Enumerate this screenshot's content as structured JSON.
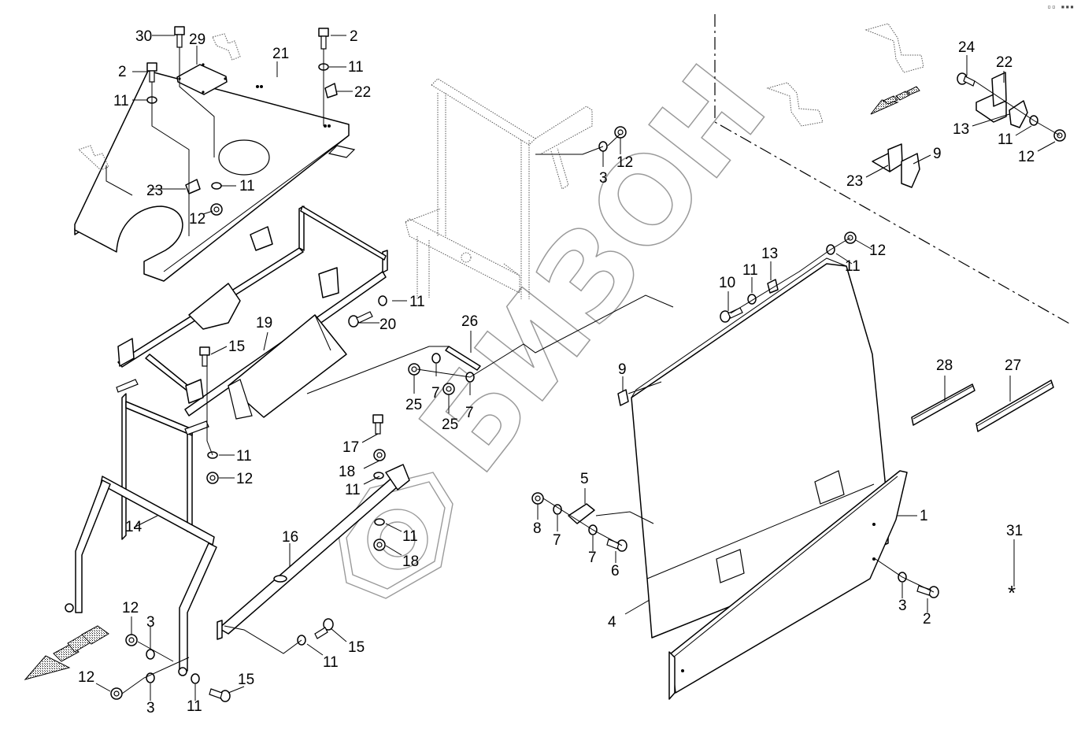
{
  "diagram": {
    "type": "exploded-parts-diagram",
    "watermark": {
      "text": "БИЗОН",
      "logo": "hexagon-emblem"
    },
    "corner_mark": "▫▫ ▪▪▪",
    "optional_marker_symbol": "*",
    "callouts": [
      {
        "id": "c30",
        "label": "30"
      },
      {
        "id": "c29",
        "label": "29"
      },
      {
        "id": "c21",
        "label": "21"
      },
      {
        "id": "c2a",
        "label": "2"
      },
      {
        "id": "c11a",
        "label": "11"
      },
      {
        "id": "c2b",
        "label": "2"
      },
      {
        "id": "c11b",
        "label": "11"
      },
      {
        "id": "c22a",
        "label": "22"
      },
      {
        "id": "c23a",
        "label": "23"
      },
      {
        "id": "c11c",
        "label": "11"
      },
      {
        "id": "c12a",
        "label": "12"
      },
      {
        "id": "c3a",
        "label": "3"
      },
      {
        "id": "c12b",
        "label": "12"
      },
      {
        "id": "c11d",
        "label": "11"
      },
      {
        "id": "c20",
        "label": "20"
      },
      {
        "id": "c19",
        "label": "19"
      },
      {
        "id": "c15a",
        "label": "15"
      },
      {
        "id": "c26",
        "label": "26"
      },
      {
        "id": "c25a",
        "label": "25"
      },
      {
        "id": "c7a",
        "label": "7"
      },
      {
        "id": "c25b",
        "label": "25"
      },
      {
        "id": "c7b",
        "label": "7"
      },
      {
        "id": "c11e",
        "label": "11"
      },
      {
        "id": "c12c",
        "label": "12"
      },
      {
        "id": "c14",
        "label": "14"
      },
      {
        "id": "c17",
        "label": "17"
      },
      {
        "id": "c18a",
        "label": "18"
      },
      {
        "id": "c11f",
        "label": "11"
      },
      {
        "id": "c11g",
        "label": "11"
      },
      {
        "id": "c18b",
        "label": "18"
      },
      {
        "id": "c16",
        "label": "16"
      },
      {
        "id": "c12d",
        "label": "12"
      },
      {
        "id": "c3b",
        "label": "3"
      },
      {
        "id": "c12e",
        "label": "12"
      },
      {
        "id": "c3c",
        "label": "3"
      },
      {
        "id": "c11h",
        "label": "11"
      },
      {
        "id": "c15b",
        "label": "15"
      },
      {
        "id": "c11i",
        "label": "11"
      },
      {
        "id": "c15c",
        "label": "15"
      },
      {
        "id": "c5",
        "label": "5"
      },
      {
        "id": "c8",
        "label": "8"
      },
      {
        "id": "c7c",
        "label": "7"
      },
      {
        "id": "c7d",
        "label": "7"
      },
      {
        "id": "c6",
        "label": "6"
      },
      {
        "id": "c4",
        "label": "4"
      },
      {
        "id": "c9a",
        "label": "9"
      },
      {
        "id": "c10",
        "label": "10"
      },
      {
        "id": "c11j",
        "label": "11"
      },
      {
        "id": "c13a",
        "label": "13"
      },
      {
        "id": "c11k",
        "label": "11"
      },
      {
        "id": "c12f",
        "label": "12"
      },
      {
        "id": "c1",
        "label": "1"
      },
      {
        "id": "c3d",
        "label": "3"
      },
      {
        "id": "c2c",
        "label": "2"
      },
      {
        "id": "c28",
        "label": "28"
      },
      {
        "id": "c27",
        "label": "27"
      },
      {
        "id": "c31",
        "label": "31"
      },
      {
        "id": "c24",
        "label": "24"
      },
      {
        "id": "c22b",
        "label": "22"
      },
      {
        "id": "c13b",
        "label": "13"
      },
      {
        "id": "c11l",
        "label": "11"
      },
      {
        "id": "c12g",
        "label": "12"
      },
      {
        "id": "c23b",
        "label": "23"
      },
      {
        "id": "c9b",
        "label": "9"
      }
    ]
  }
}
